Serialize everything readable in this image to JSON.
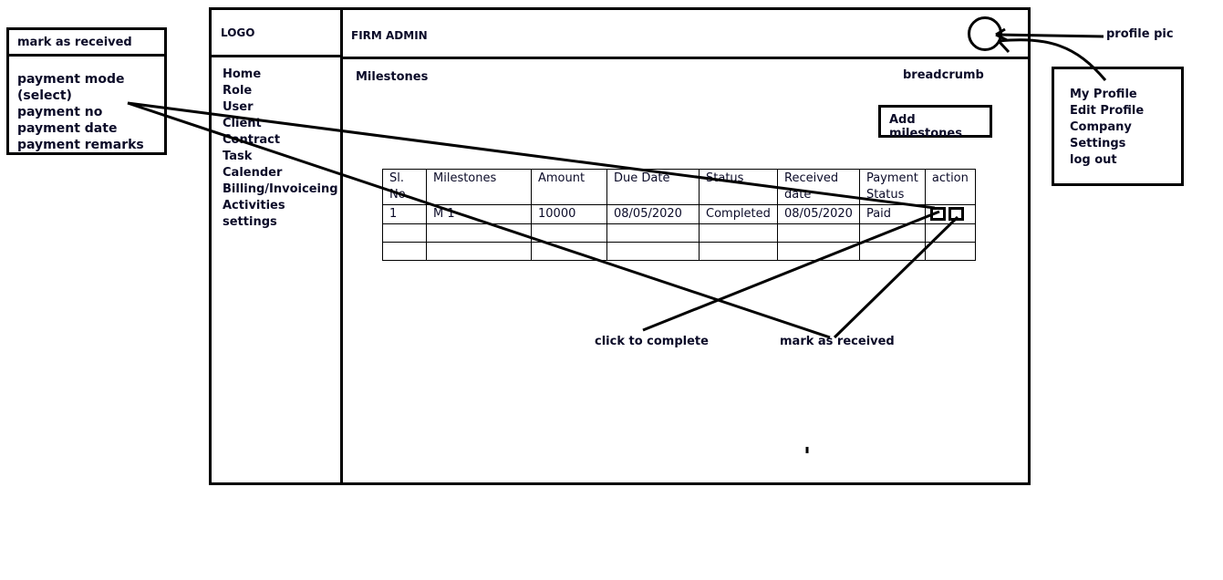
{
  "popup_mark_received": {
    "title": "mark as received",
    "fields": [
      "payment mode (select)",
      "payment no",
      "payment date",
      "payment remarks"
    ]
  },
  "header": {
    "logo": "LOGO",
    "title": "FIRM ADMIN"
  },
  "sidebar": {
    "items": [
      "Home",
      "Role",
      "User",
      "Client",
      "Contract",
      "Task",
      "Calender",
      "Billing/Invoiceing",
      "Activities",
      "settings"
    ]
  },
  "main": {
    "page_title": "Milestones",
    "breadcrumb": "breadcrumb",
    "add_button": "Add milestones",
    "table": {
      "headers": [
        "Sl. No.",
        "Milestones",
        "Amount",
        "Due Date",
        "Status",
        "Received date",
        "Payment Status",
        "action"
      ],
      "rows": [
        [
          "1",
          "M 1",
          "10000",
          "08/05/2020",
          "Completed",
          "08/05/2020",
          "Paid"
        ]
      ]
    }
  },
  "annotations": {
    "profile_pic": "profile pic",
    "click_to_complete": "click to complete",
    "mark_as_received": "mark as received"
  },
  "profile_menu": {
    "items": [
      "My Profile",
      "Edit Profile",
      "Company Settings",
      "log out"
    ]
  }
}
